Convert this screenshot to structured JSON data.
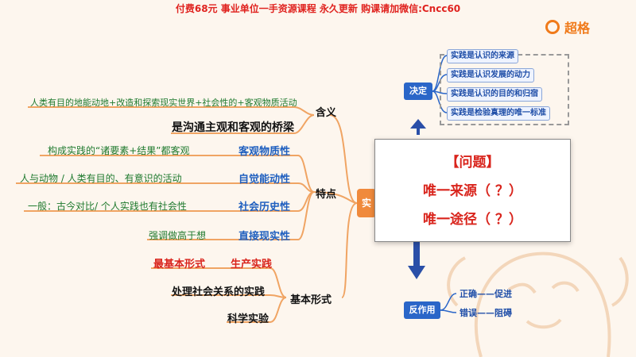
{
  "banner": "付费68元 事业单位一手资源课程 永久更新 购课请加微信:Cncc60",
  "logo": {
    "text": "超格"
  },
  "center_label": "实",
  "hanyi": {
    "label": "含义",
    "definition": "人类有目的地能动地+改造和探索现实世界+社会性的+客观物质活动",
    "bridge": "是沟通主观和客观的桥梁"
  },
  "tedian": {
    "label": "特点",
    "items": [
      {
        "note": "构成实践的“诸要素+结果”都客观",
        "name": "客观物质性"
      },
      {
        "note": "人与动物 / 人类有目的、有意识的活动",
        "name": "自觉能动性"
      },
      {
        "note": "一般：古今对比/ 个人实践也有社会性",
        "name": "社会历史性"
      },
      {
        "note": "强调做高于想",
        "name": "直接现实性"
      }
    ]
  },
  "jiben": {
    "label": "基本形式",
    "basic_prefix": "最基本形式",
    "basic": "生产实践",
    "social": "处理社会关系的实践",
    "science": "科学实验"
  },
  "jueding": {
    "label": "决定",
    "items": [
      "实践是认识的来源",
      "实践是认识发展的动力",
      "实践是认识的目的和归宿",
      "实践是检验真理的唯一标准"
    ]
  },
  "popup": {
    "title": "【问题】",
    "line1": "唯一来源（ ？）",
    "line2": "唯一途径（ ？）"
  },
  "fanzuoyong": {
    "label": "反作用",
    "items": [
      "正确——促进",
      "错误——阻碍"
    ]
  },
  "colors": {
    "accent": "#f08a3c",
    "blue": "#2a66c8",
    "red": "#d9241c",
    "green": "#1f7a2e"
  }
}
